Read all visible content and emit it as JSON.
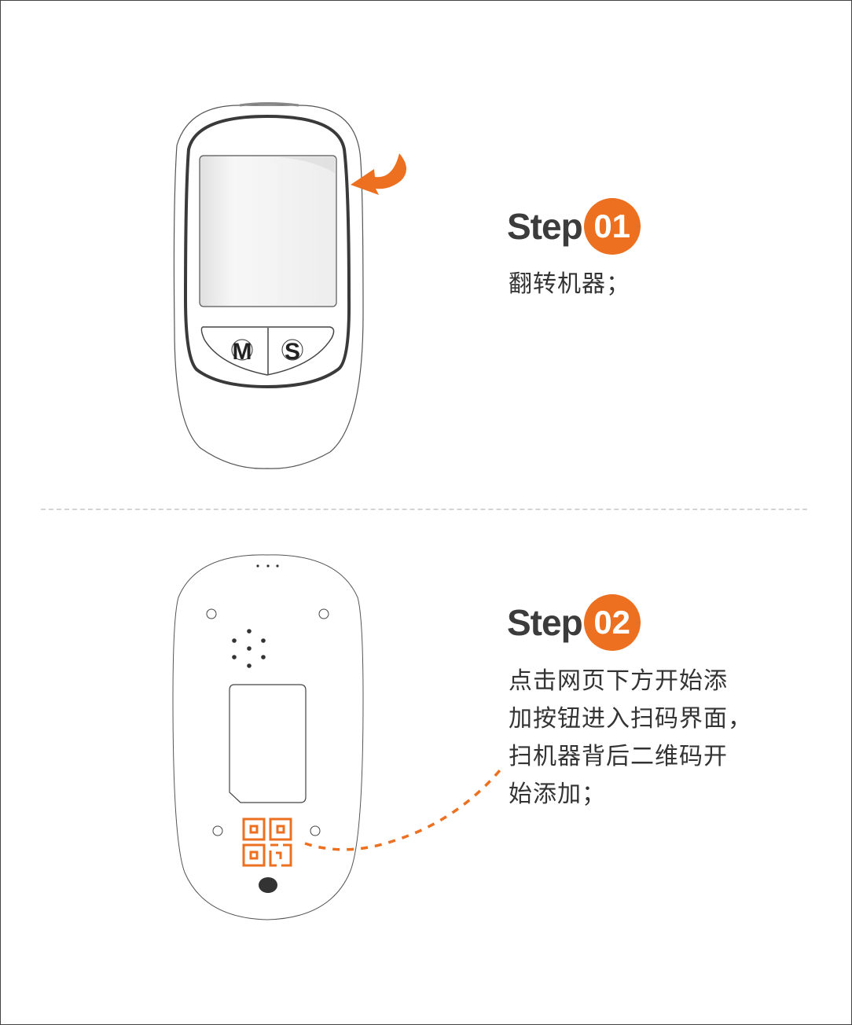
{
  "steps": [
    {
      "word": "Step",
      "number": "01",
      "lines": [
        "翻转机器；"
      ]
    },
    {
      "word": "Step",
      "number": "02",
      "lines": [
        "点击网页下方开始添",
        "加按钮进入扫码界面，",
        "扫机器背后二维码开",
        "始添加；"
      ]
    }
  ],
  "device_front": {
    "button_left": "M",
    "button_right": "S"
  },
  "colors": {
    "accent": "#ec7020",
    "text": "#333333"
  }
}
